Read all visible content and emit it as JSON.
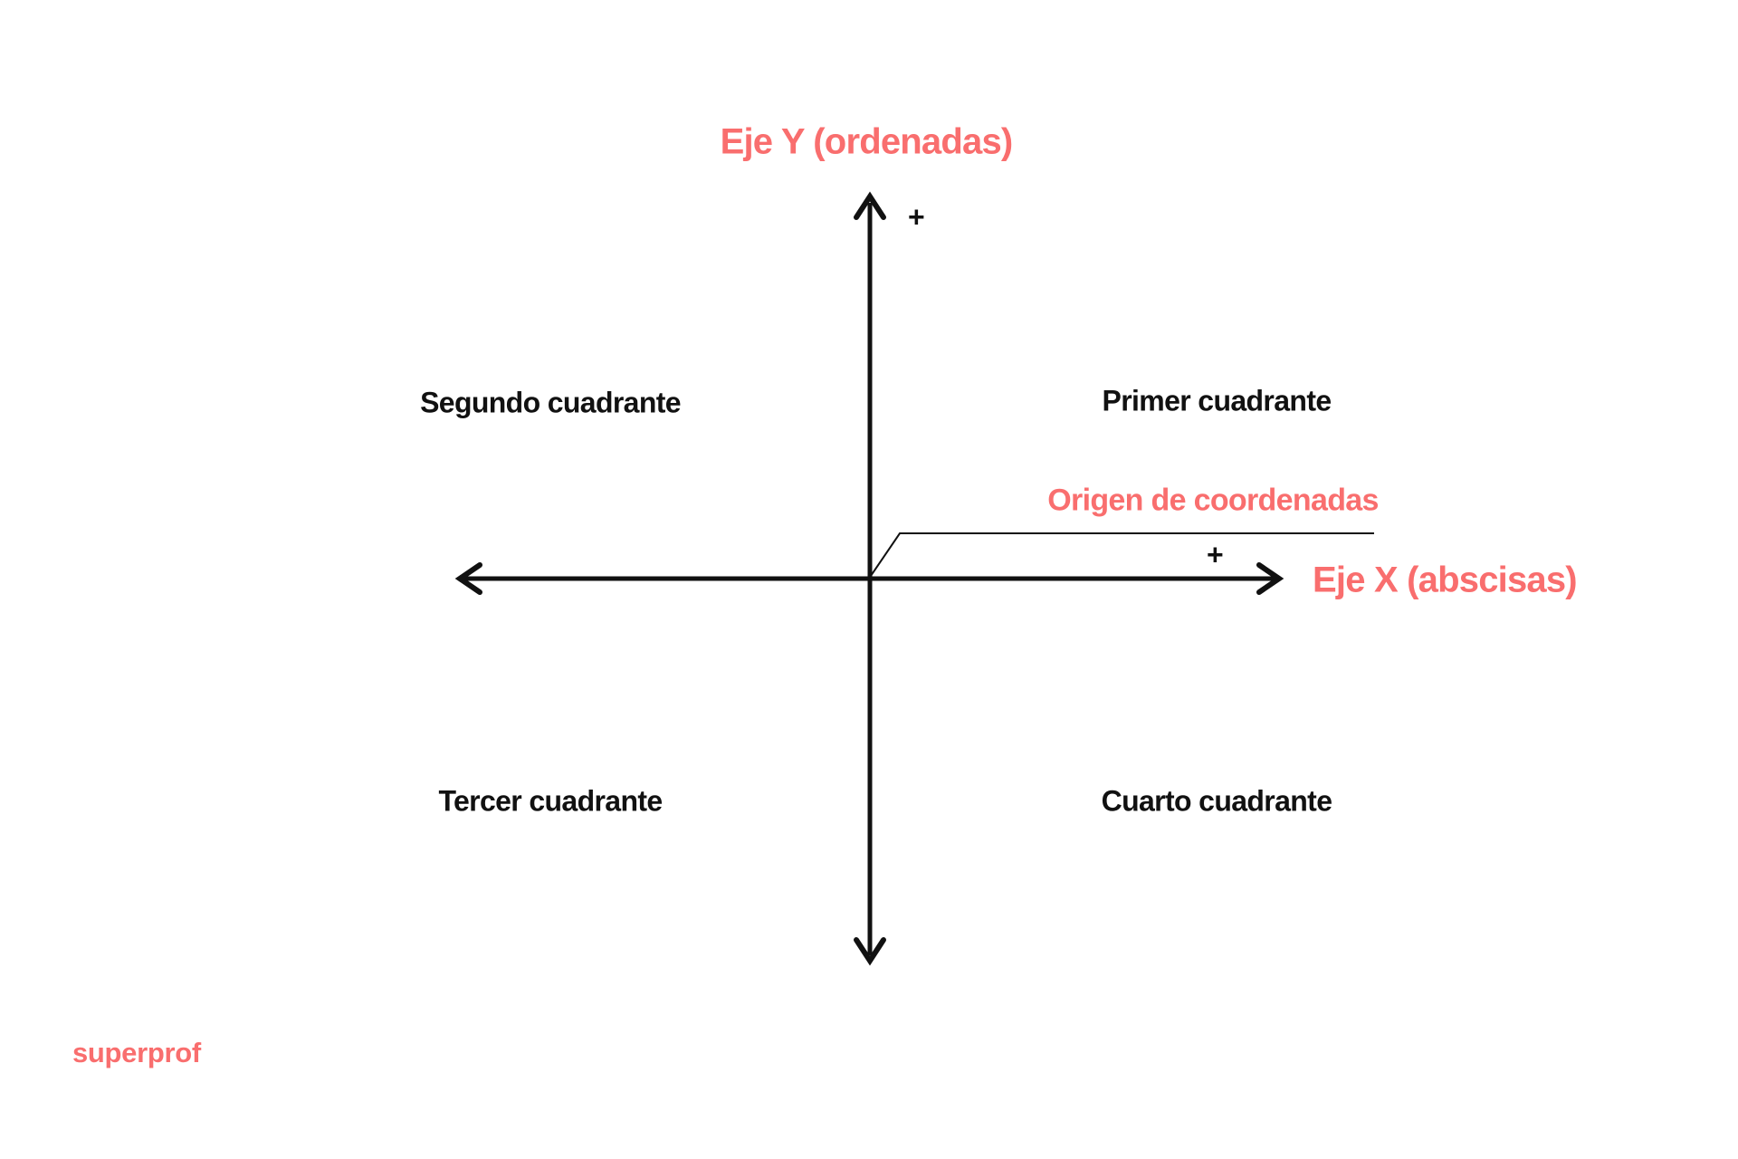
{
  "colors": {
    "accent": "#F96E6E",
    "ink": "#111111",
    "background": "#FFFFFF"
  },
  "diagram": {
    "y_axis": {
      "label": "Eje Y (ordenadas)",
      "positive_sign": "+"
    },
    "x_axis": {
      "label": "Eje X (abscisas)",
      "positive_sign": "+"
    },
    "quadrants": {
      "first": "Primer cuadrante",
      "second": "Segundo cuadrante",
      "third": "Tercer cuadrante",
      "fourth": "Cuarto cuadrante"
    },
    "origin": {
      "label": "Origen de coordenadas"
    }
  },
  "branding": {
    "logo_text": "superprof"
  }
}
